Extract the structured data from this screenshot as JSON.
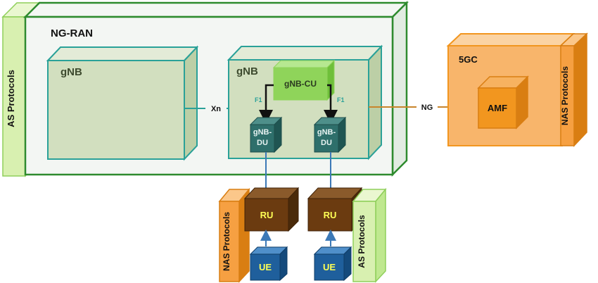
{
  "diagram": {
    "ng_ran_title": "NG-RAN",
    "gnb_left_label": "gNB",
    "gnb_right_label": "gNB",
    "gnb_cu_label": "gNB-CU",
    "gnb_du_left_label": [
      "gNB-",
      "DU"
    ],
    "gnb_du_right_label": [
      "gNB-",
      "DU"
    ],
    "f1_left_label": "F1",
    "f1_right_label": "F1",
    "xn_label": "Xn",
    "ng_label": "NG",
    "core_title": "5GC",
    "amf_label": "AMF",
    "as_protocols_left": "AS Protocols",
    "nas_protocols_core": "NAS Protocols",
    "nas_protocols_ue": "NAS Protocols",
    "as_protocols_ue": "AS Protocols",
    "ru_left_label": "RU",
    "ru_right_label": "RU",
    "ue_left_label": "UE",
    "ue_right_label": "UE"
  },
  "colors": {
    "ng_ran_border": "#2e8b2e",
    "gnb_fill": "#d2dfbf",
    "gnb_border": "#2aa198",
    "gnb_cu_fill": "#8fd45a",
    "gnb_du_fill": "#2e6f6b",
    "core_fill": "#f8b56b",
    "amf_fill": "#f2961f",
    "ru_fill": "#6b3b10",
    "ue_fill": "#1f5f9c",
    "label_yellow": "#ffff55",
    "as_protocol_fill": "#d8f0b0",
    "nas_protocol_fill": "#f6a042"
  }
}
